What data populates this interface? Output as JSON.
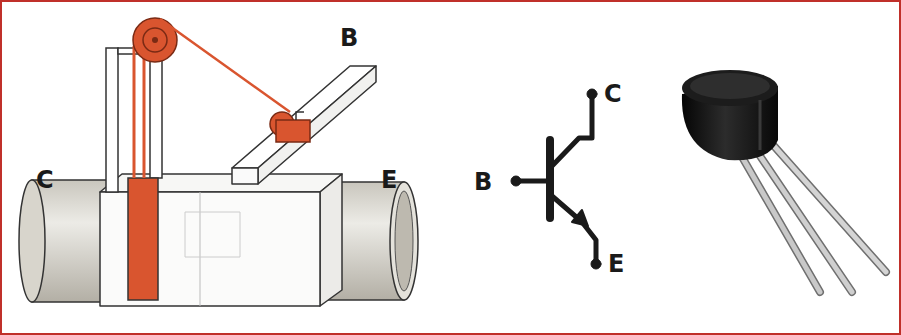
{
  "diagram": {
    "labels": [
      "B",
      "C",
      "E",
      "C",
      "B",
      "E"
    ]
  }
}
